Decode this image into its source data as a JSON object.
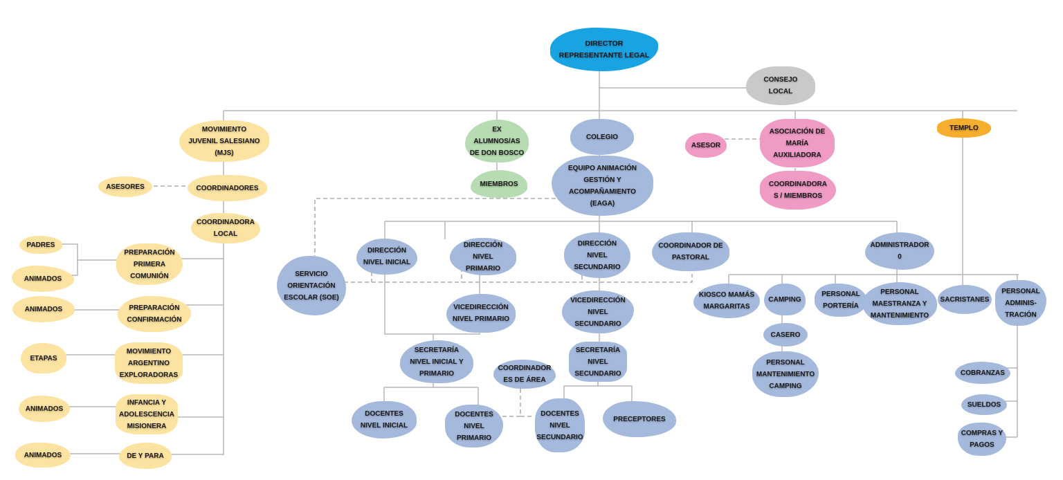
{
  "title": "Organigrama institucional",
  "colors": {
    "director": "#1aa3e2",
    "consejo": "#c9c9c9",
    "mjs": "#fde3a1",
    "exalumnos": "#b7dbb2",
    "ama": "#f09ac6",
    "templo": "#f7ad2d",
    "colegio": "#a5b9dc",
    "line": "#b8b4b8",
    "dashed": "#9a9a9a"
  },
  "nodes": {
    "director": "DIRECTOR\nREPRESENTANTE LEGAL",
    "consejo_local": "CONSEJO\nLOCAL",
    "mjs": "MOVIMIENTO\nJUVENIL SALESIANO\n(MJS)",
    "mjs_coordinadores": "COORDINADORES",
    "mjs_asesores": "ASESORES",
    "mjs_coordinadora_local": "COORDINADORA\nLOCAL",
    "primera_comunion": "PREPARACIÓN\nPRIMERA\nCOMUNIÓN",
    "pc_padres": "PADRES",
    "pc_animados": "ANIMADOS",
    "confirmacion": "PREPARACIÓN\nCONFIRMACIÓN",
    "conf_animados": "ANIMADOS",
    "mae": "MOVIMIENTO\nARGENTINO\nEXPLORADORAS",
    "mae_etapas": "ETAPAS",
    "iam": "INFANCIA Y\nADOLESCENCIA\nMISIONERA",
    "iam_animados": "ANIMADOS",
    "de_y_para": "DE Y PARA",
    "dyp_animados": "ANIMADOS",
    "exalumnos": "EX\nALUMNOS/AS\nDE DON BOSCO",
    "exalumnos_miembros": "MIEMBROS",
    "colegio": "COLEGIO",
    "eaga": "EQUIPO ANIMACIÓN\nGESTIÓN Y\nACOMPAÑAMIENTO\n(EAGA)",
    "asesor_ama": "ASESOR",
    "ama": "ASOCIACIÓN DE\nMARÍA\nAUXILIADORA",
    "ama_coordinadoras": "COORDINADORA\nS / MIEMBROS",
    "templo": "TEMPLO",
    "soe": "SERVICIO\nORIENTACIÓN\nESCOLAR (SOE)",
    "dir_inicial": "DIRECCIÓN\nNIVEL INICIAL",
    "dir_primario": "DIRECCIÓN NIVEL\nPRIMARIO",
    "dir_secundario": "DIRECCIÓN\nNIVEL\nSECUNDARIO",
    "coord_pastoral": "COORDINADOR DE\nPASTORAL",
    "administrador": "ADMINISTRADOR\n0",
    "vice_primario": "VICEDIRECCIÓN\nNIVEL PRIMARIO",
    "vice_secundario": "VICEDIRECCIÓN\nNIVEL\nSECUNDARIO",
    "sec_inicial_primario": "SECRETARÍA\nNIVEL INICIAL Y\nPRIMARIO",
    "sec_secundario": "SECRETARÍA\nNIVEL\nSECUNDARIO",
    "coord_area": "COORDINADOR\nES DE ÁREA",
    "doc_inicial": "DOCENTES\nNIVEL INICIAL",
    "doc_primario": "DOCENTES\nNIVEL\nPRIMARIO",
    "doc_secundario": "DOCENTES\nNIVEL\nSECUNDARIO",
    "preceptores": "PRECEPTORES",
    "kiosco": "KIOSCO MAMÁS\nMARGARITAS",
    "camping": "CAMPING",
    "casero": "CASERO",
    "pers_mant_camping": "PERSONAL\nMANTENIMIENTO\nCAMPING",
    "pers_porteria": "PERSONAL\nPORTERÍA",
    "pers_maestranza": "PERSONAL\nMAESTRANZA Y\nMANTENIMIENTO",
    "sacristanes": "SACRISTANES",
    "pers_administracion": "PERSONAL\nADMINIS-\nTRACIÓN",
    "cobranzas": "COBRANZAS",
    "sueldos": "SUELDOS",
    "compras_pagos": "COMPRAS Y\nPAGOS"
  }
}
